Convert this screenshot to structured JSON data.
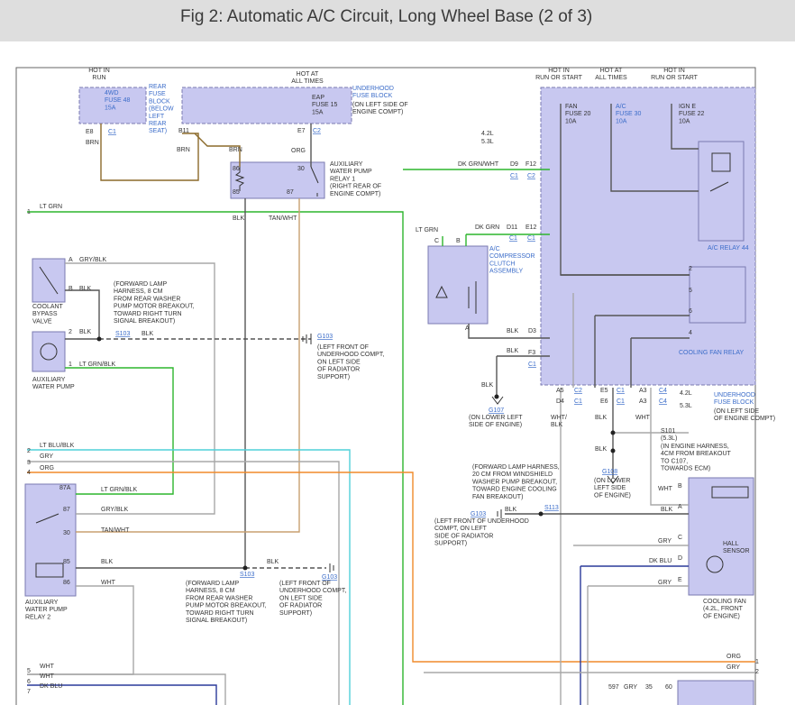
{
  "title": "Fig 2: Automatic A/C Circuit, Long Wheel Base (2 of 3)",
  "colors": {
    "box_fill": "#c8c8f0",
    "box_stroke": "#7a7ab0",
    "wire_green": "#2db52d",
    "wire_cyan": "#4fd0d8",
    "wire_orange": "#f08a2a",
    "wire_brown": "#8b6a2a",
    "wire_gray": "#a8a8a8",
    "wire_dark": "#555555",
    "wire_blue": "#2a3a9a",
    "link": "#3b6cc9"
  },
  "labels": [
    {
      "id": "hot-in-run-1",
      "lines": [
        "HOT IN",
        "RUN"
      ]
    },
    {
      "id": "rear-fuse-block",
      "lines": [
        "REAR",
        "FUSE",
        "BLOCK",
        "(BELOW",
        "LEFT",
        "REAR",
        "SEAT)"
      ],
      "link": true
    },
    {
      "id": "fuse-4wd",
      "lines": [
        "4WD",
        "FUSE 48",
        "15A"
      ],
      "link": true
    },
    {
      "id": "e8",
      "lines": [
        "E8"
      ]
    },
    {
      "id": "c1-e8",
      "lines": [
        "C1"
      ],
      "link": true
    },
    {
      "id": "brn-1",
      "lines": [
        "BRN"
      ]
    },
    {
      "id": "brn-2",
      "lines": [
        "BRN"
      ]
    },
    {
      "id": "brn-3",
      "lines": [
        "BRN"
      ]
    },
    {
      "id": "hot-all-1",
      "lines": [
        "HOT AT",
        "ALL TIMES"
      ]
    },
    {
      "id": "underhood-fuse-1",
      "lines": [
        "UNDERHOOD",
        "FUSE BLOCK"
      ],
      "link": true
    },
    {
      "id": "underhood-fuse-1-loc",
      "lines": [
        "(ON LEFT SIDE OF",
        "ENGINE COMPT)"
      ]
    },
    {
      "id": "fuse-eap",
      "lines": [
        "EAP",
        "FUSE 15",
        "15A"
      ]
    },
    {
      "id": "b11",
      "lines": [
        "B11"
      ]
    },
    {
      "id": "e7",
      "lines": [
        "E7"
      ]
    },
    {
      "id": "c2-e7",
      "lines": [
        "C2"
      ],
      "link": true
    },
    {
      "id": "org-1",
      "lines": [
        "ORG"
      ]
    },
    {
      "id": "aux-relay-1",
      "lines": [
        "AUXILIARY",
        "WATER PUMP",
        "RELAY 1",
        "(RIGHT REAR OF",
        "ENGINE COMPT)"
      ]
    },
    {
      "id": "pin-86",
      "lines": [
        "86"
      ]
    },
    {
      "id": "pin-85",
      "lines": [
        "85"
      ]
    },
    {
      "id": "pin-30",
      "lines": [
        "30"
      ]
    },
    {
      "id": "pin-87",
      "lines": [
        "87"
      ]
    },
    {
      "id": "blk-r1",
      "lines": [
        "BLK"
      ]
    },
    {
      "id": "tanwht-r1",
      "lines": [
        "TAN/WHT"
      ]
    },
    {
      "id": "wire-1",
      "lines": [
        "1"
      ]
    },
    {
      "id": "lt-grn-1",
      "lines": [
        "LT GRN"
      ]
    },
    {
      "id": "hot-run-start-1",
      "lines": [
        "HOT IN",
        "RUN OR START"
      ]
    },
    {
      "id": "hot-all-2",
      "lines": [
        "HOT AT",
        "ALL TIMES"
      ]
    },
    {
      "id": "hot-run-start-2",
      "lines": [
        "HOT IN",
        "RUN OR START"
      ]
    },
    {
      "id": "fan-fuse",
      "lines": [
        "FAN",
        "FUSE 20",
        "10A"
      ]
    },
    {
      "id": "ac-fuse",
      "lines": [
        "A/C",
        "FUSE 30",
        "10A"
      ],
      "link": true
    },
    {
      "id": "igne-fuse",
      "lines": [
        "IGN E",
        "FUSE 22",
        "10A"
      ]
    },
    {
      "id": "eng-42-1",
      "lines": [
        "4.2L"
      ]
    },
    {
      "id": "eng-53-1",
      "lines": [
        "5.3L"
      ]
    },
    {
      "id": "d9",
      "lines": [
        "D9"
      ]
    },
    {
      "id": "f12",
      "lines": [
        "F12"
      ]
    },
    {
      "id": "c1-d9",
      "lines": [
        "C1"
      ],
      "link": true
    },
    {
      "id": "c2-f12",
      "lines": [
        "C2"
      ],
      "link": true
    },
    {
      "id": "dk-grn-wht",
      "lines": [
        "DK GRN/WHT"
      ]
    },
    {
      "id": "ac-relay",
      "lines": [
        "A/C RELAY 44"
      ],
      "link": true
    },
    {
      "id": "lt-grn-2",
      "lines": [
        "LT GRN"
      ]
    },
    {
      "id": "dk-grn",
      "lines": [
        "DK GRN"
      ]
    },
    {
      "id": "d11",
      "lines": [
        "D11"
      ]
    },
    {
      "id": "e12",
      "lines": [
        "E12"
      ]
    },
    {
      "id": "c1-d11",
      "lines": [
        "C1"
      ],
      "link": true
    },
    {
      "id": "c1-e12",
      "lines": [
        "C1"
      ],
      "link": true
    },
    {
      "id": "pin-c",
      "lines": [
        "C"
      ]
    },
    {
      "id": "pin-b",
      "lines": [
        "B"
      ]
    },
    {
      "id": "compressor",
      "lines": [
        "A/C",
        "COMPRESSOR",
        "CLUTCH",
        "ASSEMBLY"
      ],
      "link": true
    },
    {
      "id": "pin-a",
      "lines": [
        "A"
      ]
    },
    {
      "id": "blk-d3",
      "lines": [
        "BLK"
      ]
    },
    {
      "id": "d3",
      "lines": [
        "D3"
      ]
    },
    {
      "id": "blk-f3",
      "lines": [
        "BLK"
      ]
    },
    {
      "id": "f3",
      "lines": [
        "F3"
      ]
    },
    {
      "id": "c1-f3",
      "lines": [
        "C1"
      ],
      "link": true
    },
    {
      "id": "num-2",
      "lines": [
        "2"
      ]
    },
    {
      "id": "num-5",
      "lines": [
        "5"
      ]
    },
    {
      "id": "num-6",
      "lines": [
        "6"
      ]
    },
    {
      "id": "num-4",
      "lines": [
        "4"
      ]
    },
    {
      "id": "cooling-fan-relay",
      "lines": [
        "COOLING FAN RELAY"
      ],
      "link": true
    },
    {
      "id": "underhood-fuse-2",
      "lines": [
        "UNDERHOOD",
        "FUSE BLOCK"
      ],
      "link": true
    },
    {
      "id": "underhood-fuse-2-loc",
      "lines": [
        "(ON LEFT SIDE",
        "OF ENGINE COMPT)"
      ]
    },
    {
      "id": "a5",
      "lines": [
        "A5"
      ]
    },
    {
      "id": "c2-a5",
      "lines": [
        "C2"
      ],
      "link": true
    },
    {
      "id": "d4",
      "lines": [
        "D4"
      ]
    },
    {
      "id": "c1-d4",
      "lines": [
        "C1"
      ],
      "link": true
    },
    {
      "id": "e5",
      "lines": [
        "E5"
      ]
    },
    {
      "id": "c1-e5",
      "lines": [
        "C1"
      ],
      "link": true
    },
    {
      "id": "e6",
      "lines": [
        "E6"
      ]
    },
    {
      "id": "c1-e6",
      "lines": [
        "C1"
      ],
      "link": true
    },
    {
      "id": "a3a",
      "lines": [
        "A3"
      ]
    },
    {
      "id": "c4a",
      "lines": [
        "C4"
      ],
      "link": true
    },
    {
      "id": "a3b",
      "lines": [
        "A3"
      ]
    },
    {
      "id": "c4b",
      "lines": [
        "C4"
      ],
      "link": true
    },
    {
      "id": "eng-42-2",
      "lines": [
        "4.2L"
      ]
    },
    {
      "id": "eng-53-2",
      "lines": [
        "5.3L"
      ]
    },
    {
      "id": "wht-blk",
      "lines": [
        "WHT/",
        "BLK"
      ]
    },
    {
      "id": "blk-e6",
      "lines": [
        "BLK"
      ]
    },
    {
      "id": "wht-a3",
      "lines": [
        "WHT"
      ]
    },
    {
      "id": "blk-g108",
      "lines": [
        "BLK"
      ]
    },
    {
      "id": "g108",
      "lines": [
        "G108"
      ],
      "link": true
    },
    {
      "id": "g108-loc",
      "lines": [
        "(ON LOWER",
        "LEFT SIDE",
        "OF ENGINE)"
      ]
    },
    {
      "id": "blk-g107",
      "lines": [
        "BLK"
      ]
    },
    {
      "id": "g107",
      "lines": [
        "G107"
      ],
      "link": true
    },
    {
      "id": "g107-loc",
      "lines": [
        "(ON LOWER LEFT",
        "SIDE OF ENGINE)"
      ]
    },
    {
      "id": "s101",
      "lines": [
        "S101",
        "(5.3L)"
      ]
    },
    {
      "id": "s101-loc",
      "lines": [
        "(IN ENGINE HARNESS,",
        "4CM FROM BREAKOUT",
        "TO C107,",
        "TOWARDS ECM)"
      ]
    },
    {
      "id": "gryblk",
      "lines": [
        "GRY/BLK"
      ]
    },
    {
      "id": "pin-a-cbv",
      "lines": [
        "A"
      ]
    },
    {
      "id": "pin-b-cbv",
      "lines": [
        "B"
      ]
    },
    {
      "id": "blk-cbv",
      "lines": [
        "BLK"
      ]
    },
    {
      "id": "fwd-harness-1",
      "lines": [
        "(FORWARD LAMP",
        "HARNESS, 8 CM",
        "FROM REAR WASHER",
        "PUMP MOTOR BREAKOUT,",
        "TOWARD RIGHT TURN",
        "SIGNAL BREAKOUT)"
      ]
    },
    {
      "id": "coolant-valve",
      "lines": [
        "COOLANT",
        "BYPASS",
        "VALVE"
      ]
    },
    {
      "id": "pin-2-pump",
      "lines": [
        "2"
      ]
    },
    {
      "id": "blk-pump",
      "lines": [
        "BLK"
      ]
    },
    {
      "id": "s103-1",
      "lines": [
        "S103"
      ],
      "link": true
    },
    {
      "id": "blk-s103",
      "lines": [
        "BLK"
      ]
    },
    {
      "id": "g103-1",
      "lines": [
        "G103"
      ],
      "link": true
    },
    {
      "id": "g103-1-loc",
      "lines": [
        "(LEFT FRONT OF",
        "UNDERHOOD COMPT,",
        "ON LEFT SIDE",
        "OF RADIATOR",
        "SUPPORT)"
      ]
    },
    {
      "id": "pin-1-pump",
      "lines": [
        "1"
      ]
    },
    {
      "id": "ltgrnblk-pump",
      "lines": [
        "LT GRN/BLK"
      ]
    },
    {
      "id": "aux-pump",
      "lines": [
        "AUXILIARY",
        "WATER PUMP"
      ]
    },
    {
      "id": "wire-2",
      "lines": [
        "2"
      ]
    },
    {
      "id": "wire-3",
      "lines": [
        "3"
      ]
    },
    {
      "id": "wire-4",
      "lines": [
        "4"
      ]
    },
    {
      "id": "lt-blu-blk",
      "lines": [
        "LT BLU/BLK"
      ]
    },
    {
      "id": "gry-w3",
      "lines": [
        "GRY"
      ]
    },
    {
      "id": "org-w4",
      "lines": [
        "ORG"
      ]
    },
    {
      "id": "pin-87a",
      "lines": [
        "87A"
      ]
    },
    {
      "id": "pin-87-r2",
      "lines": [
        "87"
      ]
    },
    {
      "id": "pin-30-r2",
      "lines": [
        "30"
      ]
    },
    {
      "id": "pin-85-r2",
      "lines": [
        "85"
      ]
    },
    {
      "id": "pin-86-r2",
      "lines": [
        "86"
      ]
    },
    {
      "id": "ltgrnblk-r2",
      "lines": [
        "LT GRN/BLK"
      ]
    },
    {
      "id": "gryblk-r2",
      "lines": [
        "GRY/BLK"
      ]
    },
    {
      "id": "tanwht-r2",
      "lines": [
        "TAN/WHT"
      ]
    },
    {
      "id": "blk-r2",
      "lines": [
        "BLK"
      ]
    },
    {
      "id": "wht-r2",
      "lines": [
        "WHT"
      ]
    },
    {
      "id": "aux-relay-2",
      "lines": [
        "AUXILIARY",
        "WATER PUMP",
        "RELAY 2"
      ]
    },
    {
      "id": "blk-s103-2",
      "lines": [
        "BLK"
      ]
    },
    {
      "id": "s103-2",
      "lines": [
        "S103"
      ],
      "link": true
    },
    {
      "id": "fwd-harness-2",
      "lines": [
        "(FORWARD LAMP",
        "HARNESS, 8 CM",
        "FROM REAR WASHER",
        "PUMP MOTOR BREAKOUT,",
        "TOWARD RIGHT TURN",
        "SIGNAL BREAKOUT)"
      ]
    },
    {
      "id": "g103-2",
      "lines": [
        "G103"
      ],
      "link": true
    },
    {
      "id": "g103-2-loc",
      "lines": [
        "(LEFT FRONT OF",
        "UNDERHOOD COMPT,",
        "ON LEFT SIDE",
        "OF RADIATOR",
        "SUPPORT)"
      ]
    },
    {
      "id": "fwd-harness-3",
      "lines": [
        "(FORWARD LAMP HARNESS,",
        "20 CM FROM WINDSHIELD",
        "WASHER PUMP BREAKOUT,",
        "TOWARD ENGINE COOLING",
        "FAN BREAKOUT)"
      ]
    },
    {
      "id": "g103-3",
      "lines": [
        "G103"
      ],
      "link": true
    },
    {
      "id": "blk-s113",
      "lines": [
        "BLK"
      ]
    },
    {
      "id": "s113",
      "lines": [
        "S113"
      ],
      "link": true
    },
    {
      "id": "g103-3-loc",
      "lines": [
        "(LEFT FRONT OF UNDERHOOD",
        "COMPT, ON LEFT",
        "SIDE OF RADIATOR",
        "SUPPORT)"
      ]
    },
    {
      "id": "wht-fan",
      "lines": [
        "WHT"
      ]
    },
    {
      "id": "blk-fan",
      "lines": [
        "BLK"
      ]
    },
    {
      "id": "gry-fan-c",
      "lines": [
        "GRY"
      ]
    },
    {
      "id": "dkblu-fan",
      "lines": [
        "DK BLU"
      ]
    },
    {
      "id": "gry-fan-e",
      "lines": [
        "GRY"
      ]
    },
    {
      "id": "pin-b-fan",
      "lines": [
        "B"
      ]
    },
    {
      "id": "pin-a-fan",
      "lines": [
        "A"
      ]
    },
    {
      "id": "pin-c-fan",
      "lines": [
        "C"
      ]
    },
    {
      "id": "pin-d-fan",
      "lines": [
        "D"
      ]
    },
    {
      "id": "pin-e-fan",
      "lines": [
        "E"
      ]
    },
    {
      "id": "hall-sensor",
      "lines": [
        "HALL",
        "SENSOR"
      ]
    },
    {
      "id": "cooling-fan",
      "lines": [
        "COOLING FAN",
        "(4.2L, FRONT",
        "OF ENGINE)"
      ]
    },
    {
      "id": "org-r",
      "lines": [
        "ORG"
      ]
    },
    {
      "id": "gry-r",
      "lines": [
        "GRY"
      ]
    },
    {
      "id": "num-1-r",
      "lines": [
        "1"
      ]
    },
    {
      "id": "num-2-r",
      "lines": [
        "2"
      ]
    },
    {
      "id": "wire-5",
      "lines": [
        "5"
      ]
    },
    {
      "id": "wire-6",
      "lines": [
        "6"
      ]
    },
    {
      "id": "wire-7",
      "lines": [
        "7"
      ]
    },
    {
      "id": "wht-5",
      "lines": [
        "WHT"
      ]
    },
    {
      "id": "wht-6",
      "lines": [
        "WHT"
      ]
    },
    {
      "id": "dkblu-7",
      "lines": [
        "DK BLU"
      ]
    },
    {
      "id": "bottom-597",
      "lines": [
        "597"
      ]
    },
    {
      "id": "bottom-gry",
      "lines": [
        "GRY"
      ]
    },
    {
      "id": "bottom-35",
      "lines": [
        "35"
      ]
    },
    {
      "id": "bottom-60",
      "lines": [
        "60"
      ]
    }
  ]
}
